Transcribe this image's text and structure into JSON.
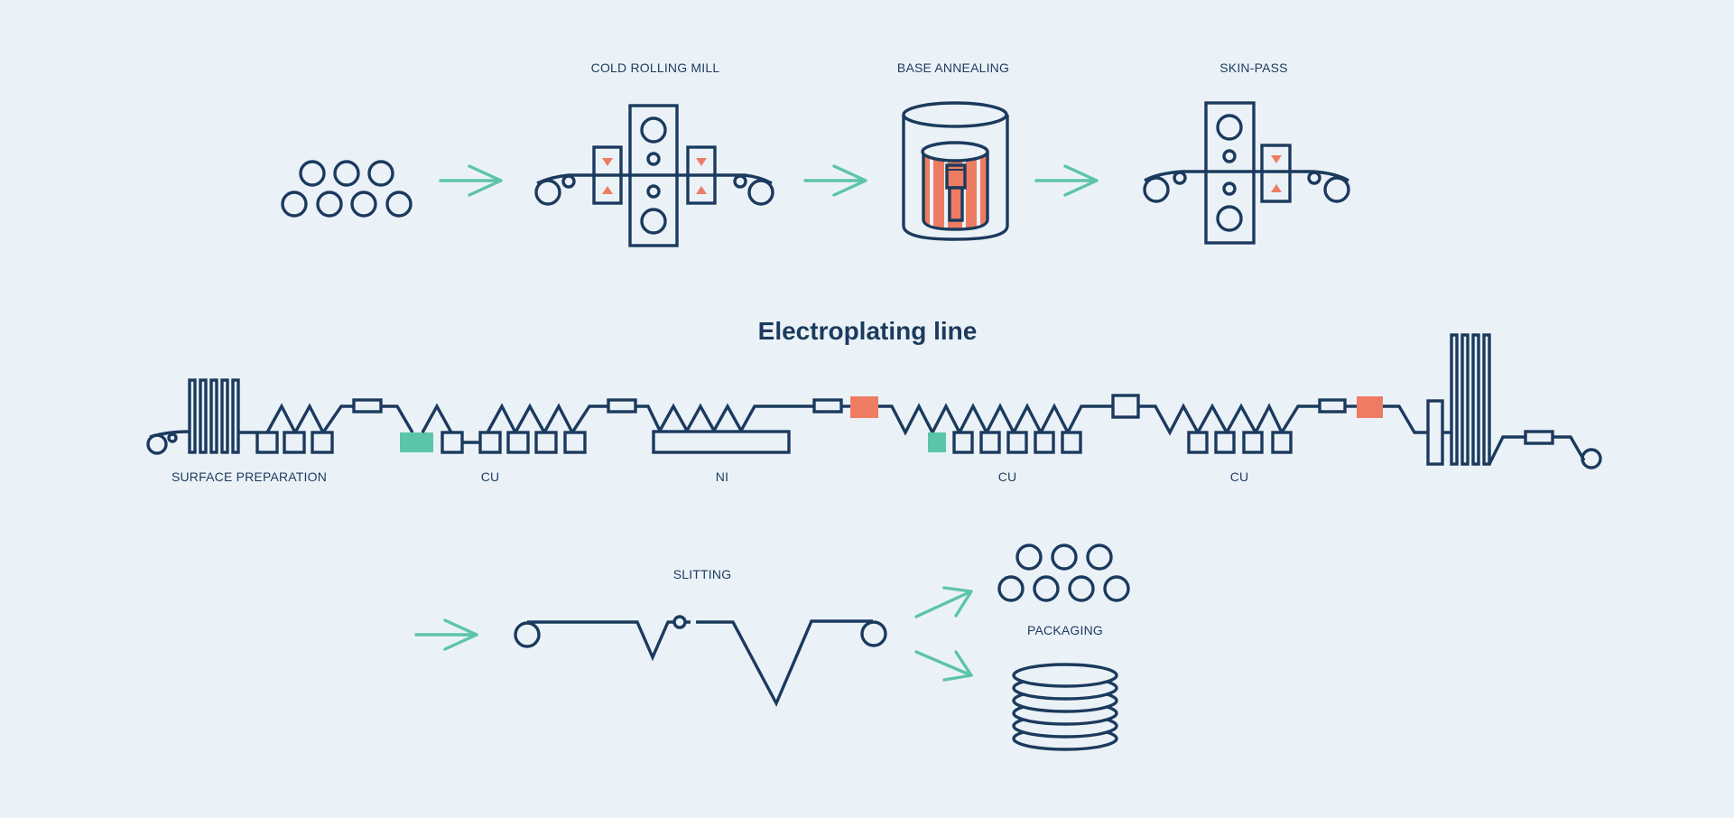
{
  "diagram": {
    "colors": {
      "background": "#ebf2f7",
      "line": "#1b3a5e",
      "arrow": "#5cc4a9",
      "accent_orange": "#ee7c62",
      "accent_teal": "#5cc4a9"
    },
    "top_row": {
      "stages": [
        {
          "id": "coils-input",
          "label": ""
        },
        {
          "id": "cold-rolling-mill",
          "label": "COLD ROLLING MILL"
        },
        {
          "id": "base-annealing",
          "label": "BASE ANNEALING"
        },
        {
          "id": "skin-pass",
          "label": "SKIN-PASS"
        }
      ]
    },
    "electroplating": {
      "title": "Electroplating line",
      "sections": [
        {
          "id": "surface-preparation",
          "label": "SURFACE PREPARATION"
        },
        {
          "id": "cu-1",
          "label": "CU"
        },
        {
          "id": "ni",
          "label": "NI"
        },
        {
          "id": "cu-2",
          "label": "CU"
        },
        {
          "id": "cu-3",
          "label": "CU"
        }
      ]
    },
    "bottom_row": {
      "slitting_label": "SLITTING",
      "packaging_label": "PACKAGING"
    }
  }
}
